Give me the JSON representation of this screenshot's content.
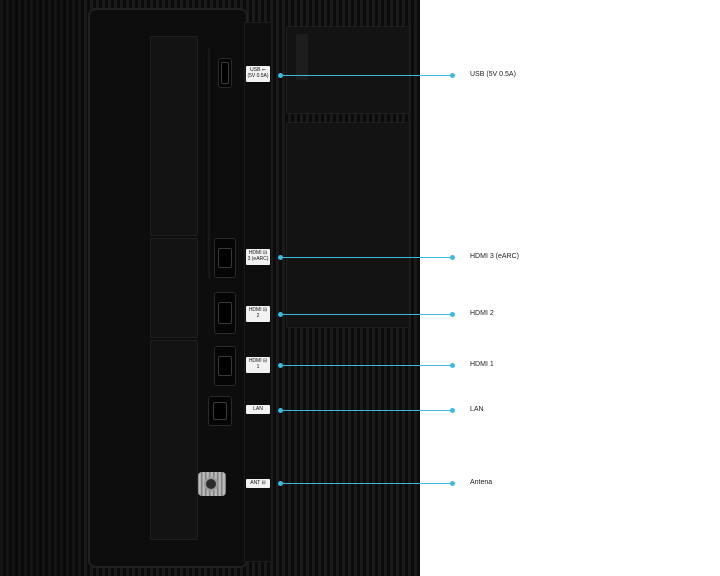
{
  "ports": [
    {
      "id": "usb",
      "panel_label": "USB ⭠\n(5V 0.5A)",
      "callout": "USB (5V 0.5A)"
    },
    {
      "id": "hdmi3",
      "panel_label": "HDMI ⊟\n3 (eARC)",
      "callout": "HDMI 3 (eARC)"
    },
    {
      "id": "hdmi2",
      "panel_label": "HDMI ⊟\n2",
      "callout": "HDMI 2"
    },
    {
      "id": "hdmi1",
      "panel_label": "HDMI ⊟\n1",
      "callout": "HDMI 1"
    },
    {
      "id": "lan",
      "panel_label": "LAN",
      "callout": "LAN"
    },
    {
      "id": "antenna",
      "panel_label": "ANT ⊟",
      "callout": "Antena"
    }
  ],
  "colors": {
    "callout_line": "#3fb9dd",
    "tv_body": "#161616"
  }
}
